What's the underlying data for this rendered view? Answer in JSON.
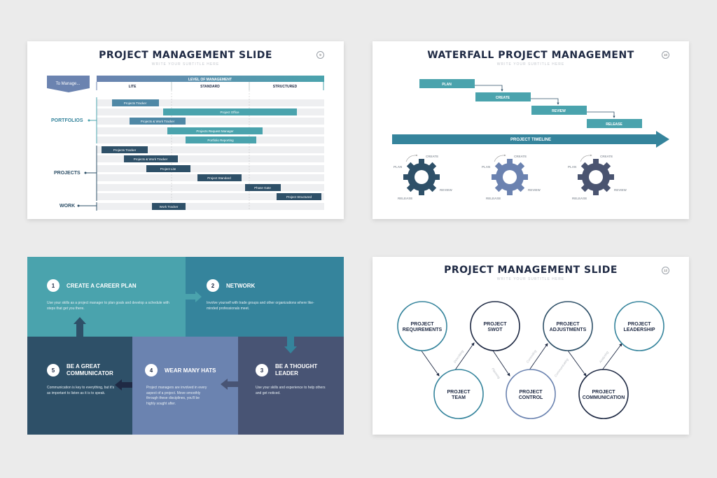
{
  "slide1": {
    "title": "PROJECT MANAGEMENT SLIDE",
    "subtitle": "WRITE YOUR SUBTITLE HERE",
    "number": "9",
    "manage_label": "To Manage...",
    "level_header": "LEVEL OF MANAGEMENT",
    "columns": [
      "LITE",
      "STANDARD",
      "STRUCTURED"
    ],
    "groups": [
      "PORTFOLIOS",
      "PROJECTS",
      "WORK"
    ],
    "bars": [
      "Projects Tracker",
      "Project Office",
      "Projects & Work Tracker",
      "Projects Request Manager",
      "Portfolio Reporting",
      "Projects Tracker",
      "Projects & Work Tracker",
      "Project Lite",
      "Project Standard",
      "Phase Gate",
      "Project Structured",
      "Work Tracker"
    ]
  },
  "slide2": {
    "title": "WATERFALL PROJECT MANAGEMENT",
    "subtitle": "WRITE YOUR SUBTITLE HERE",
    "number": "10",
    "steps": [
      "PLAN",
      "CREATE",
      "REVIEW",
      "RELEASE"
    ],
    "timeline_label": "PROJECT TIMELINE",
    "gear_labels": {
      "plan": "PLAN",
      "create": "CREATE",
      "review": "REVIEW",
      "release": "RELEASE"
    },
    "colors": {
      "teal": "#4aa3ad",
      "gear1": "#2e5068",
      "gear2": "#6b82b0",
      "gear3": "#4a5470"
    }
  },
  "slide3": {
    "cells": [
      {
        "num": "1",
        "title": "CREATE A CAREER PLAN",
        "body": "Use your skills as a project manager to plan goals and develop a schedule with steps that get you there."
      },
      {
        "num": "2",
        "title": "NETWORK",
        "body": "Involve yourself with trade groups and other organizations where like-minded professionals meet."
      },
      {
        "num": "3",
        "title": "BE A THOUGHT LEADER",
        "body": "Use your skills and experience to help others and get noticed."
      },
      {
        "num": "4",
        "title": "WEAR MANY HATS",
        "body": "Project managers are involved in every aspect of a project. Move smoothly through these disciplines, you'll be highly sought after."
      },
      {
        "num": "5",
        "title": "BE A GREAT COMMUNICATOR",
        "body": "Communication is key to everything, but it's as important to listen as it is to speak."
      }
    ],
    "colors": {
      "c1": "#4aa3ad",
      "c2": "#35849c",
      "c3": "#485474",
      "c4": "#6b83b0",
      "c5": "#2e5068"
    }
  },
  "slide4": {
    "title": "PROJECT MANAGEMENT SLIDE",
    "subtitle": "WRITE YOUR SUBTITLE HERE",
    "number": "12",
    "nodes": [
      "PROJECT REQUIREMENTS",
      "PROJECT TEAM",
      "PROJECT SWOT",
      "PROJECT CONTROL",
      "PROJECT ADJUSTMENTS",
      "PROJECT COMMUNICATION",
      "PROJECT LEADERSHIP"
    ],
    "connector_labels": [
      "Describing",
      "Planning",
      "Controlling",
      "Communicating",
      "Analysing"
    ]
  }
}
